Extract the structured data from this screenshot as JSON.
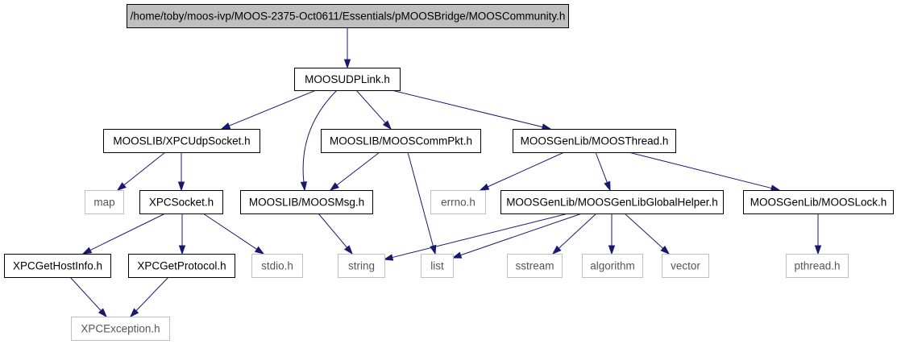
{
  "graph": {
    "colors": {
      "edge": "#191970",
      "root_fill": "#bfbfbf",
      "node_border": "#000000",
      "system_border": "#bfbfbf",
      "system_text": "#555555"
    },
    "nodes": [
      {
        "id": "root",
        "label": "/home/toby/moos-ivp/MOOS-2375-Oct0611/Essentials/pMOOSBridge/MOOSCommunity.h",
        "kind": "root"
      },
      {
        "id": "udplink",
        "label": "MOOSUDPLink.h",
        "kind": "primary"
      },
      {
        "id": "xpcudp",
        "label": "MOOSLIB/XPCUdpSocket.h",
        "kind": "primary"
      },
      {
        "id": "commpkt",
        "label": "MOOSLIB/MOOSCommPkt.h",
        "kind": "primary"
      },
      {
        "id": "thread",
        "label": "MOOSGenLib/MOOSThread.h",
        "kind": "primary"
      },
      {
        "id": "map",
        "label": "map",
        "kind": "system"
      },
      {
        "id": "xpcsocket",
        "label": "XPCSocket.h",
        "kind": "primary"
      },
      {
        "id": "moosmsg",
        "label": "MOOSLIB/MOOSMsg.h",
        "kind": "primary"
      },
      {
        "id": "errno",
        "label": "errno.h",
        "kind": "system"
      },
      {
        "id": "globalhelper",
        "label": "MOOSGenLib/MOOSGenLibGlobalHelper.h",
        "kind": "primary"
      },
      {
        "id": "lock",
        "label": "MOOSGenLib/MOOSLock.h",
        "kind": "primary"
      },
      {
        "id": "gethostinfo",
        "label": "XPCGetHostInfo.h",
        "kind": "primary"
      },
      {
        "id": "getprotocol",
        "label": "XPCGetProtocol.h",
        "kind": "primary"
      },
      {
        "id": "stdio",
        "label": "stdio.h",
        "kind": "system"
      },
      {
        "id": "string",
        "label": "string",
        "kind": "system"
      },
      {
        "id": "list",
        "label": "list",
        "kind": "system"
      },
      {
        "id": "sstream",
        "label": "sstream",
        "kind": "system"
      },
      {
        "id": "algorithm",
        "label": "algorithm",
        "kind": "system"
      },
      {
        "id": "vector",
        "label": "vector",
        "kind": "system"
      },
      {
        "id": "pthread",
        "label": "pthread.h",
        "kind": "system"
      },
      {
        "id": "xpcexception",
        "label": "XPCException.h",
        "kind": "system"
      }
    ],
    "edges": [
      {
        "from": "root",
        "to": "udplink"
      },
      {
        "from": "udplink",
        "to": "xpcudp"
      },
      {
        "from": "udplink",
        "to": "moosmsg"
      },
      {
        "from": "udplink",
        "to": "commpkt"
      },
      {
        "from": "udplink",
        "to": "thread"
      },
      {
        "from": "xpcudp",
        "to": "map"
      },
      {
        "from": "xpcudp",
        "to": "xpcsocket"
      },
      {
        "from": "commpkt",
        "to": "moosmsg"
      },
      {
        "from": "commpkt",
        "to": "list"
      },
      {
        "from": "thread",
        "to": "errno"
      },
      {
        "from": "thread",
        "to": "globalhelper"
      },
      {
        "from": "thread",
        "to": "lock"
      },
      {
        "from": "xpcsocket",
        "to": "gethostinfo"
      },
      {
        "from": "xpcsocket",
        "to": "getprotocol"
      },
      {
        "from": "xpcsocket",
        "to": "stdio"
      },
      {
        "from": "moosmsg",
        "to": "string"
      },
      {
        "from": "globalhelper",
        "to": "string"
      },
      {
        "from": "globalhelper",
        "to": "list"
      },
      {
        "from": "globalhelper",
        "to": "sstream"
      },
      {
        "from": "globalhelper",
        "to": "algorithm"
      },
      {
        "from": "globalhelper",
        "to": "vector"
      },
      {
        "from": "lock",
        "to": "pthread"
      },
      {
        "from": "gethostinfo",
        "to": "xpcexception"
      },
      {
        "from": "getprotocol",
        "to": "xpcexception"
      }
    ]
  }
}
